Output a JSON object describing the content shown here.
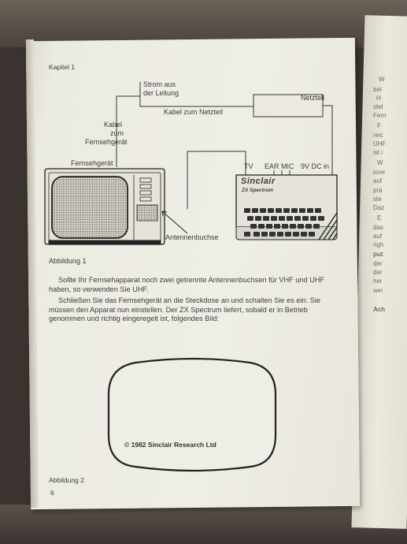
{
  "header": {
    "chapter": "Kapitel 1"
  },
  "figure1": {
    "labels": {
      "power": [
        "Strom aus",
        "der Leitung"
      ],
      "power_cable": "Kabel zum Netzteil",
      "psu": "Netzteil",
      "tv_cable": [
        "Kabel",
        "zum",
        "Fernsehgerät"
      ],
      "tv": "Fernsehgerät",
      "antenna": "Antennenbuchse",
      "port_tv": "TV",
      "port_ear": "EAR",
      "port_mic": "MIC",
      "port_9v": "9V DC in",
      "brand": "Sinclair",
      "model": "ZX Spectrum"
    },
    "caption": "Abbildung 1"
  },
  "paragraphs": [
    "Sollte Ihr Fernsehapparat noch zwei getrennte Antennenbuchsen für VHF und UHF haben, so verwenden Sie UHF.",
    "Schließen Sie das Fernsehgerät an die Steckdose an und schalten Sie es ein. Sie müssen den Apparat nun einstellen. Der ZX Spectrum liefert, sobald er in Betrieb genommen und richtig eingeregelt ist, folgendes Bild:"
  ],
  "figure2": {
    "screen_text": "© 1982  Sinclair Research Ltd",
    "caption": "Abbildung 2"
  },
  "footer": {
    "page_number": "6"
  },
  "right_page_fragments": [
    "W",
    "bei",
    "H",
    "stel",
    "Fern",
    "F",
    "reic",
    "UHF",
    "ist i",
    "W",
    "ione",
    "auf",
    "prä",
    "ste",
    "Daz",
    "E",
    "das",
    "auf",
    "righ",
    "put",
    "der",
    "der",
    "her",
    "wei",
    "Ach"
  ],
  "colors": {
    "paper": "#eceae1",
    "ink": "#333333",
    "backdrop": "#3a3330"
  }
}
